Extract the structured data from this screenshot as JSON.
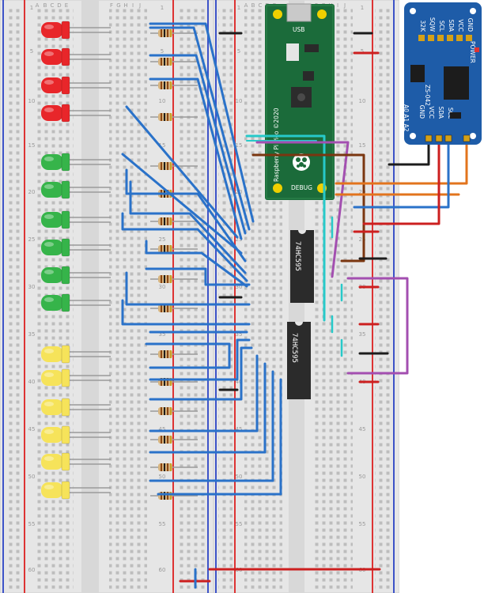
{
  "breadboards": [
    {
      "column_letters": [
        "A",
        "B",
        "C",
        "D",
        "E",
        "F",
        "G",
        "H",
        "I",
        "J"
      ]
    },
    {
      "column_letters": [
        "A",
        "B",
        "C",
        "D",
        "E",
        "F",
        "G",
        "H",
        "I",
        "J"
      ]
    }
  ],
  "row_numbers": [
    "1",
    "5",
    "10",
    "15",
    "20",
    "25",
    "30",
    "35",
    "40",
    "45",
    "50",
    "55",
    "60"
  ],
  "leds": [
    {
      "color": "red",
      "hex": "#e8262a"
    },
    {
      "color": "red",
      "hex": "#e8262a"
    },
    {
      "color": "red",
      "hex": "#e8262a"
    },
    {
      "color": "red",
      "hex": "#e8262a"
    },
    {
      "color": "green",
      "hex": "#36b44a"
    },
    {
      "color": "green",
      "hex": "#36b44a"
    },
    {
      "color": "green",
      "hex": "#36b44a"
    },
    {
      "color": "green",
      "hex": "#36b44a"
    },
    {
      "color": "green",
      "hex": "#36b44a"
    },
    {
      "color": "green",
      "hex": "#36b44a"
    },
    {
      "color": "yellow",
      "hex": "#f6e35a"
    },
    {
      "color": "yellow",
      "hex": "#f6e35a"
    },
    {
      "color": "yellow",
      "hex": "#f6e35a"
    },
    {
      "color": "yellow",
      "hex": "#f6e35a"
    },
    {
      "color": "yellow",
      "hex": "#f6e35a"
    },
    {
      "color": "yellow",
      "hex": "#f6e35a"
    }
  ],
  "pico": {
    "name": "Raspberry Pi Pico ©2020",
    "usb_label": "USB",
    "debug_label": "DEBUG",
    "board_color": "#1b6b3a"
  },
  "shift_registers": [
    {
      "label": "74HC595"
    },
    {
      "label": "74HC595"
    }
  ],
  "rtc_module": {
    "name": "ZS-042",
    "power_label": "POWER",
    "top_pins": [
      "32K",
      "SQW",
      "SCL",
      "SDA",
      "VCC",
      "GND"
    ],
    "bottom_pins": [
      "SCL",
      "SDA",
      "VCC",
      "GND"
    ],
    "address_pins": "A0 A1 A2",
    "board_color": "#1e5ca8"
  },
  "wire_colors": {
    "blue": "#2a72c9",
    "red": "#cc1f1f",
    "black": "#1c1c1c",
    "orange": "#e2741d",
    "brown": "#7a3610",
    "purple": "#a34fb0",
    "cyan": "#27c9c9"
  }
}
